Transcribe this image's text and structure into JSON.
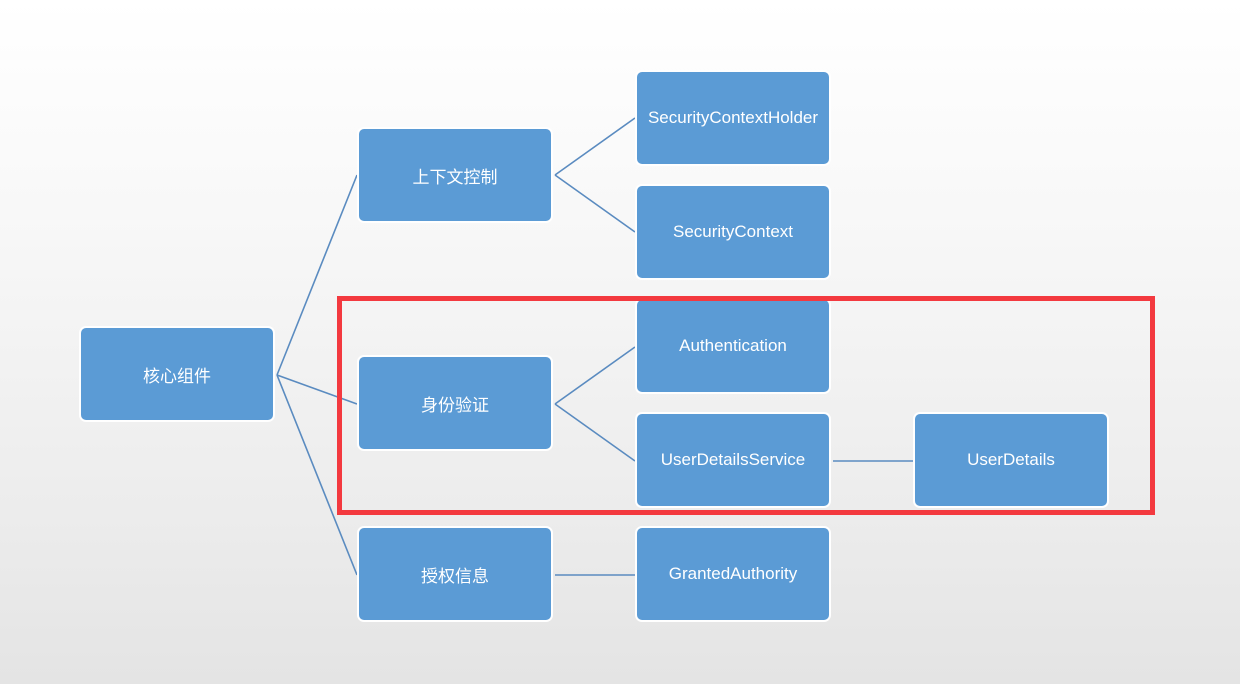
{
  "nodes": {
    "core": "核心组件",
    "context_control": "上下文控制",
    "authentication_group": "身份验证",
    "authorization_info": "授权信息",
    "security_context_holder": "SecurityContextHolder",
    "security_context": "SecurityContext",
    "authentication": "Authentication",
    "user_details_service": "UserDetailsService",
    "user_details": "UserDetails",
    "granted_authority": "GrantedAuthority"
  },
  "colors": {
    "node_fill": "#5b9bd5",
    "node_border": "#ffffff",
    "connector": "#5a8bc0",
    "highlight_frame": "#f3393f"
  }
}
